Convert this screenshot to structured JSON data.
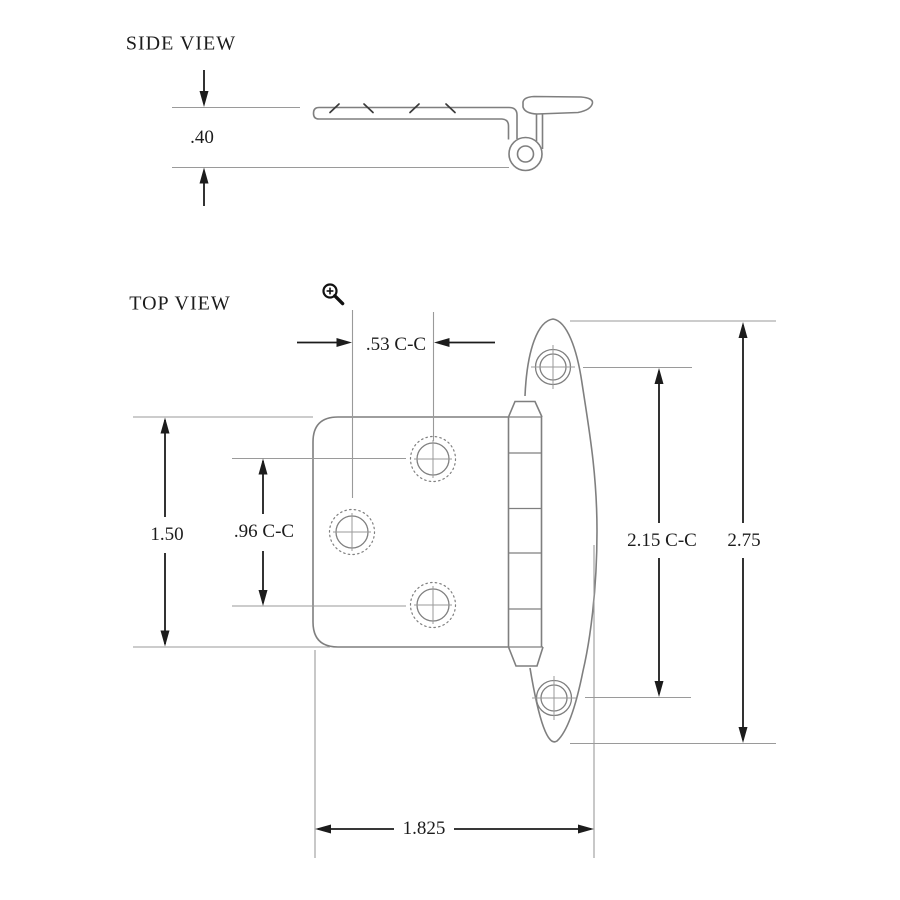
{
  "document": {
    "type": "technical-dimension-drawing",
    "subject": "cabinet hinge",
    "units": "inches"
  },
  "side_view": {
    "title": "SIDE VIEW",
    "thickness": {
      "label": ".40",
      "value": 0.4
    }
  },
  "top_view": {
    "title": "TOP VIEW",
    "hole_offset_horizontal": {
      "label": ".53 C-C",
      "value": 0.53
    },
    "plate_height": {
      "label": "1.50",
      "value": 1.5
    },
    "hole_spacing_vertical": {
      "label": ".96 C-C",
      "value": 0.96
    },
    "flange_hole_spacing": {
      "label": "2.15 C-C",
      "value": 2.15
    },
    "flange_height": {
      "label": "2.75",
      "value": 2.75
    },
    "overall_width": {
      "label": "1.825",
      "value": 1.825
    },
    "zoom_cursor_icon": "magnifier-plus"
  },
  "colors": {
    "background": "#ffffff",
    "outline": "#7f7f7f",
    "dimline": "#9a9a9a",
    "arrow": "#1c1c1c",
    "text": "#1c1c1c"
  }
}
